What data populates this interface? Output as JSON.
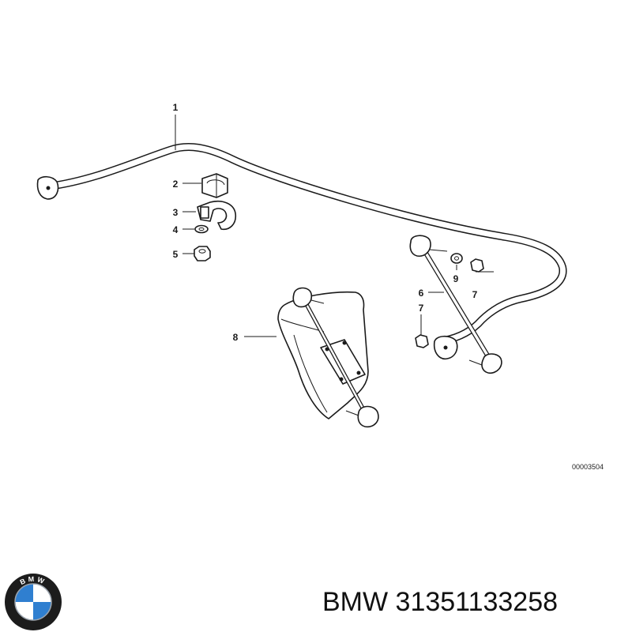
{
  "diagram": {
    "callouts": [
      {
        "id": "1",
        "label": "1"
      },
      {
        "id": "2",
        "label": "2"
      },
      {
        "id": "3",
        "label": "3"
      },
      {
        "id": "4",
        "label": "4"
      },
      {
        "id": "5",
        "label": "5"
      },
      {
        "id": "6",
        "label": "6"
      },
      {
        "id": "7a",
        "label": "7"
      },
      {
        "id": "7b",
        "label": "7"
      },
      {
        "id": "8",
        "label": "8"
      },
      {
        "id": "9",
        "label": "9"
      }
    ],
    "reference_code": "00003504"
  },
  "logo": {
    "brand_text": "BMW",
    "colors": {
      "blue": "#2f7fd0",
      "white": "#ffffff",
      "ring": "#1c1c1c"
    }
  },
  "caption": {
    "brand": "BMW",
    "part_number": "31351133258"
  }
}
